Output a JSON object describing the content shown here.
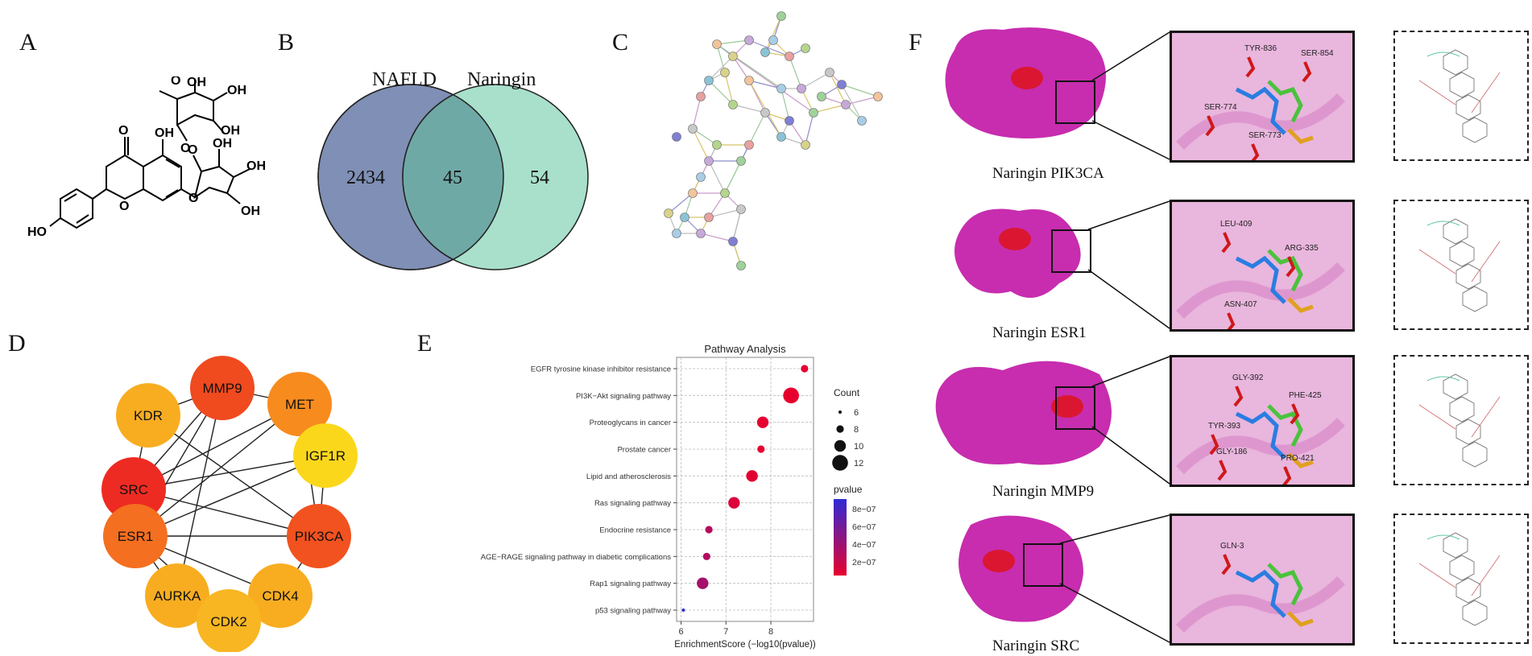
{
  "panels": {
    "A": "A",
    "B": "B",
    "C": "C",
    "D": "D",
    "E": "E",
    "F": "F"
  },
  "structure": {
    "atoms": [
      "O",
      "OH",
      "OH",
      "OH",
      "O",
      "OH",
      "O",
      "O",
      "OH",
      "OH",
      "OH",
      "O",
      "O",
      "HO"
    ]
  },
  "venn": {
    "left_label": "NAFLD",
    "right_label": "Naringin",
    "left_only": "2434",
    "overlap": "45",
    "right_only": "54",
    "colors": {
      "left": "#7f8fb5",
      "right": "#a8e0cb",
      "overlap": "#6fa9a6"
    }
  },
  "ppi_network": {
    "nodes": [
      "MMP9",
      "MET",
      "KDR",
      "SRC",
      "IGF1R",
      "ESR1",
      "PIK3CA",
      "AURKA",
      "CDK4",
      "CDK2"
    ],
    "node_colors": {
      "MMP9": "#f04a1f",
      "MET": "#f78b1e",
      "KDR": "#f8ad20",
      "SRC": "#ee2b22",
      "IGF1R": "#fbd71c",
      "ESR1": "#f46f1f",
      "PIK3CA": "#f1521f",
      "AURKA": "#f8ad20",
      "CDK4": "#f8ad20",
      "CDK2": "#f8b622"
    },
    "edges": [
      [
        "MMP9",
        "KDR"
      ],
      [
        "MMP9",
        "MET"
      ],
      [
        "MMP9",
        "SRC"
      ],
      [
        "MMP9",
        "ESR1"
      ],
      [
        "MMP9",
        "AURKA"
      ],
      [
        "MET",
        "SRC"
      ],
      [
        "MET",
        "ESR1"
      ],
      [
        "MET",
        "PIK3CA"
      ],
      [
        "KDR",
        "SRC"
      ],
      [
        "KDR",
        "PIK3CA"
      ],
      [
        "SRC",
        "IGF1R"
      ],
      [
        "SRC",
        "ESR1"
      ],
      [
        "SRC",
        "PIK3CA"
      ],
      [
        "IGF1R",
        "ESR1"
      ],
      [
        "IGF1R",
        "PIK3CA"
      ],
      [
        "ESR1",
        "PIK3CA"
      ],
      [
        "ESR1",
        "AURKA"
      ],
      [
        "ESR1",
        "CDK2"
      ],
      [
        "ESR1",
        "CDK4"
      ],
      [
        "PIK3CA",
        "CDK4"
      ],
      [
        "AURKA",
        "CDK2"
      ],
      [
        "CDK2",
        "CDK4"
      ]
    ]
  },
  "chart_data": {
    "type": "scatter",
    "title": "Pathway Analysis",
    "xlabel": "EnrichmentScore (−log10(pvalue))",
    "xlim": [
      5.9,
      8.95
    ],
    "xticks": [
      6,
      7,
      8
    ],
    "categories": [
      "EGFR tyrosine kinase inhibitor resistance",
      "PI3K−Akt signaling pathway",
      "Proteoglycans in cancer",
      "Prostate cancer",
      "Lipid and atherosclerosis",
      "Ras signaling pathway",
      "Endocrine resistance",
      "AGE−RAGE signaling pathway in diabetic complications",
      "Rap1 signaling pathway",
      "p53 signaling pathway"
    ],
    "x": [
      8.75,
      8.45,
      7.82,
      7.78,
      7.58,
      7.18,
      6.62,
      6.57,
      6.48,
      6.05
    ],
    "count": [
      8,
      12,
      10,
      8,
      10,
      10,
      8,
      8,
      10,
      6
    ],
    "pvalue": [
      1.8e-08,
      3.5e-09,
      1.5e-08,
      1.7e-08,
      2.6e-08,
      6.6e-08,
      2.4e-07,
      2.7e-07,
      3.3e-07,
      8.9e-07
    ],
    "legend_count": {
      "title": "Count",
      "values": [
        6,
        8,
        10,
        12
      ]
    },
    "legend_pvalue": {
      "title": "pvalue",
      "ticks": [
        "8e−07",
        "6e−07",
        "4e−07",
        "2e−07"
      ],
      "range": [
        1e-09,
        9e-07
      ]
    },
    "color_low_pvalue": "#e8002e",
    "color_high_pvalue": "#2f2bd6",
    "grid": true
  },
  "docking": {
    "rows": [
      {
        "caption": "Naringin PIK3CA",
        "residues": [
          "TYR-836",
          "SER-854",
          "SER-774",
          "SER-773"
        ]
      },
      {
        "caption": "Naringin ESR1",
        "residues": [
          "LEU-409",
          "ARG-335",
          "ASN-407"
        ]
      },
      {
        "caption": "Naringin MMP9",
        "residues": [
          "GLY-392",
          "PHE-425",
          "TYR-393",
          "GLY-186",
          "PRO-421"
        ]
      },
      {
        "caption": "Naringin SRC",
        "residues": [
          "GLN-3"
        ]
      }
    ],
    "surface_color": "#c72dae",
    "zoom_bg": "#e9b6dd"
  }
}
